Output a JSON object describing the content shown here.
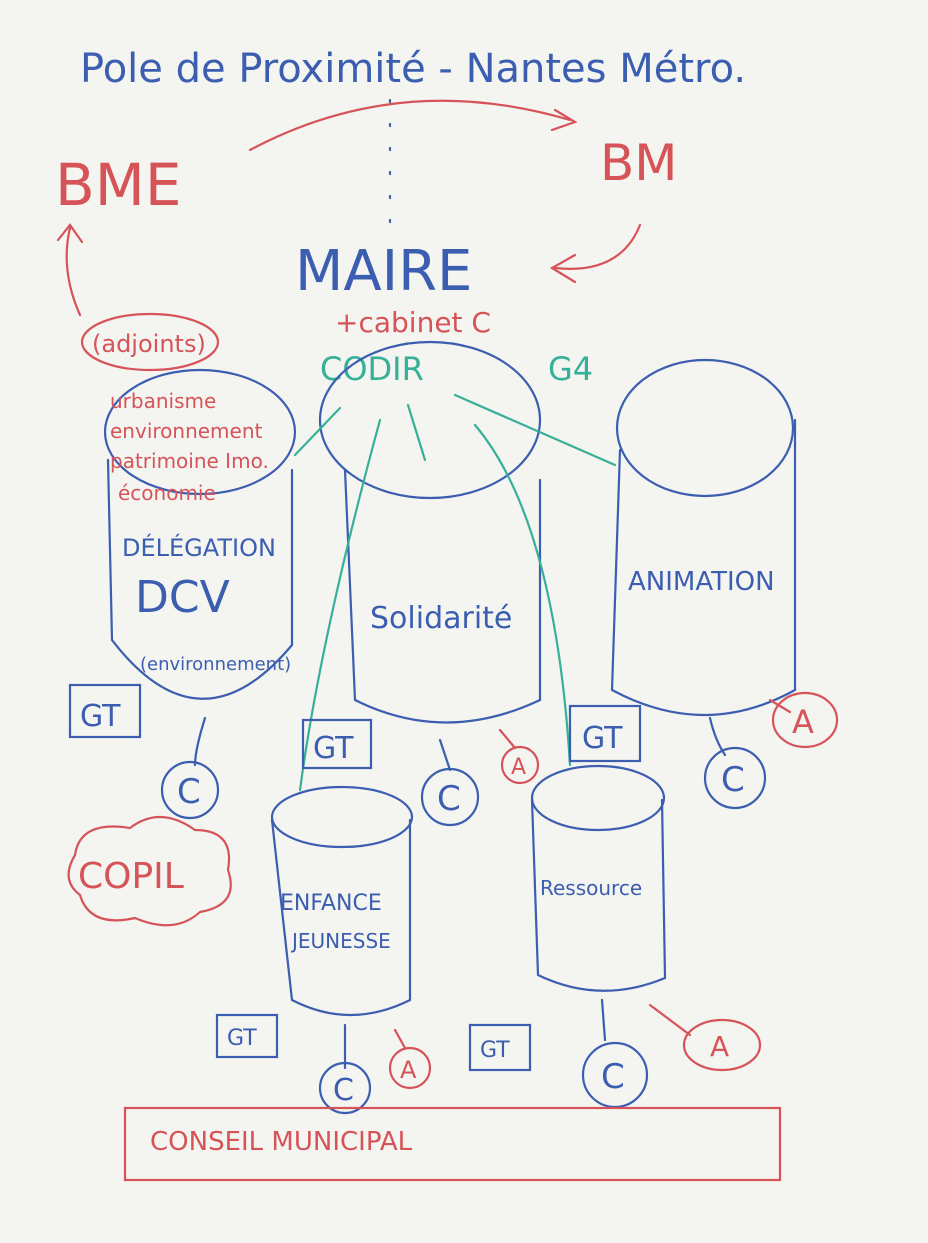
{
  "title": "Pole de Proximité - Nantes Métro.",
  "top": {
    "left": "BME",
    "right": "BM"
  },
  "maire": {
    "label": "MAIRE",
    "sub": "+cabinet C"
  },
  "adjoints": "(adjoints)",
  "codir": {
    "label": "CODIR",
    "g4": "G4"
  },
  "delegation": {
    "top_lines": [
      "urbanisme",
      "environnement",
      "patrimoine Imo.",
      "économie"
    ],
    "label": "DÉLÉGATION",
    "dcv": "DCV",
    "env": "(environnement)"
  },
  "pillars": {
    "solidarite": "Solidarité",
    "animation": "ANIMATION",
    "enfance_1": "ENFANCE",
    "enfance_2": "JEUNESSE",
    "ressource": "Ressource"
  },
  "small": {
    "gt": "GT",
    "c": "C",
    "a": "A"
  },
  "copil": "COPIL",
  "conseil": "CONSEIL MUNICIPAL",
  "colors": {
    "blue": "#3b5eb0",
    "red": "#d65358",
    "green": "#36b096",
    "board": "#f4f4f1"
  }
}
